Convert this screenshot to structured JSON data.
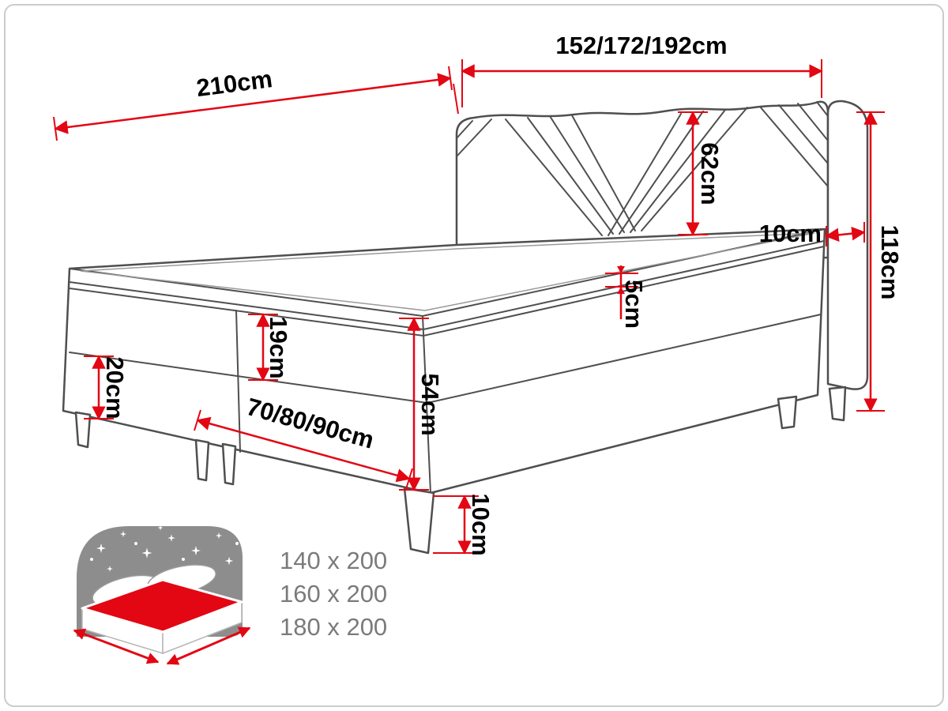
{
  "frame": {
    "border_color": "#cccccc",
    "background": "#ffffff"
  },
  "diagram": {
    "type": "boxspring-bed-dimension-diagram",
    "labels": {
      "bed_length": "210cm",
      "headboard_width": "152/172/192cm",
      "headboard_front_height": "62cm",
      "headboard_depth": "10cm",
      "headboard_total_height": "118cm",
      "topper_height": "5cm",
      "mattress_height": "19cm",
      "base_height": "20cm",
      "side_height": "54cm",
      "box_width": "70/80/90cm",
      "leg_height": "10cm"
    },
    "colors": {
      "dimension_lines": "#e30613",
      "outline": "#4f4f4f",
      "label_text": "#000000",
      "sizes_text": "#7b7b7b",
      "icon_background": "#8d8d8d",
      "icon_mattress": "#e30613"
    }
  },
  "legend": {
    "icon": "bed-with-starry-headboard-icon",
    "sizes": [
      "140 x 200",
      "160 x 200",
      "180 x 200"
    ]
  }
}
